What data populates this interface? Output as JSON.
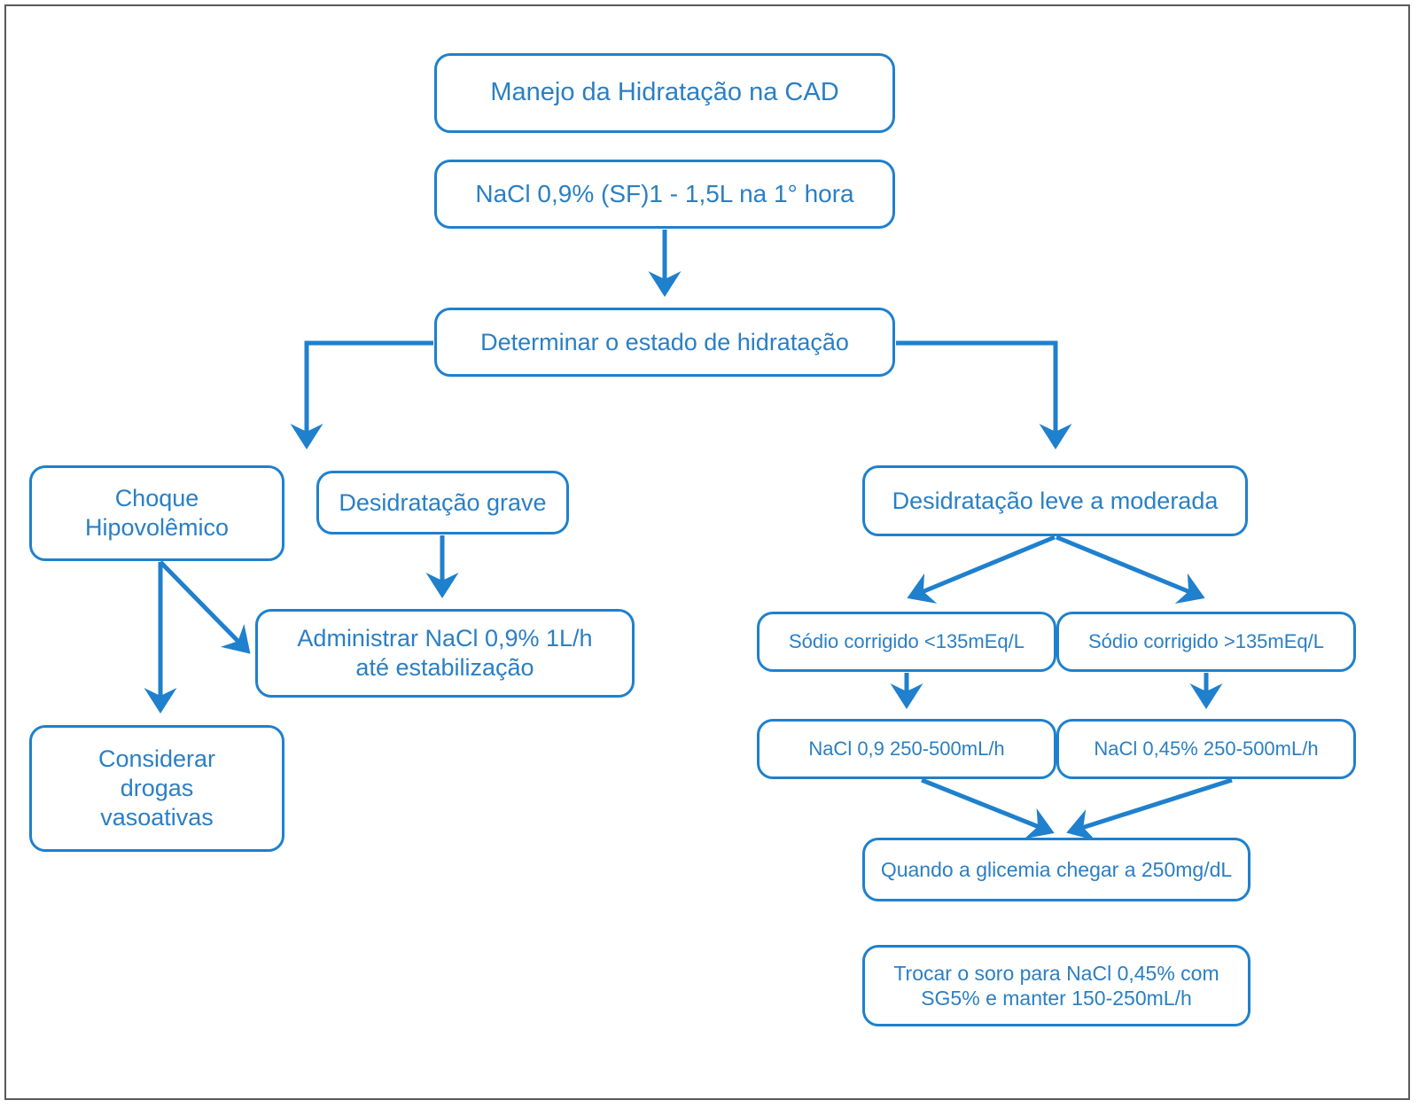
{
  "diagram": {
    "title": "Manejo da Hidratação na CAD",
    "accent_color": "#1f80cd",
    "text_color": "#2a7fc4",
    "border_color": "#5a5a5a",
    "background_color": "#ffffff",
    "type": "flowchart",
    "nodes": {
      "title": "Manejo da Hidratação na CAD",
      "nacl_first_hour": "NaCl 0,9% (SF)1 - 1,5L na 1° hora",
      "determinar": "Determinar o estado de hidratação",
      "choque": "Choque\nHipovolêmico",
      "desidratacao_grave": "Desidratação grave",
      "administrar": "Administrar NaCl 0,9% 1L/h\naté estabilização",
      "vasoativas": "Considerar\ndrogas\nvasoativas",
      "desidratacao_leve": "Desidratação leve a moderada",
      "sodio_menor": "Sódio corrigido <135mEq/L",
      "sodio_maior": "Sódio corrigido >135mEq/L",
      "nacl_09": "NaCl 0,9 250-500mL/h",
      "nacl_045": "NaCl 0,45% 250-500mL/h",
      "glicemia": "Quando a glicemia chegar a 250mg/dL",
      "trocar_soro": "Trocar o soro para NaCl 0,45% com\nSG5% e manter 150-250mL/h"
    },
    "edges": [
      {
        "from": "nacl_first_hour",
        "to": "determinar",
        "style": "straight-down"
      },
      {
        "from": "determinar",
        "to": "choque",
        "style": "elbow-left"
      },
      {
        "from": "determinar",
        "to": "desidratacao_leve",
        "style": "elbow-right"
      },
      {
        "from": "choque",
        "to": "administrar",
        "style": "diagonal"
      },
      {
        "from": "choque",
        "to": "vasoativas",
        "style": "straight-down"
      },
      {
        "from": "desidratacao_grave",
        "to": "administrar",
        "style": "straight-down"
      },
      {
        "from": "desidratacao_leve",
        "to": "sodio_menor",
        "style": "diagonal"
      },
      {
        "from": "desidratacao_leve",
        "to": "sodio_maior",
        "style": "diagonal"
      },
      {
        "from": "sodio_menor",
        "to": "nacl_09",
        "style": "straight-down"
      },
      {
        "from": "sodio_maior",
        "to": "nacl_045",
        "style": "straight-down"
      },
      {
        "from": "nacl_09",
        "to": "glicemia",
        "style": "diagonal"
      },
      {
        "from": "nacl_045",
        "to": "glicemia",
        "style": "diagonal"
      }
    ]
  }
}
